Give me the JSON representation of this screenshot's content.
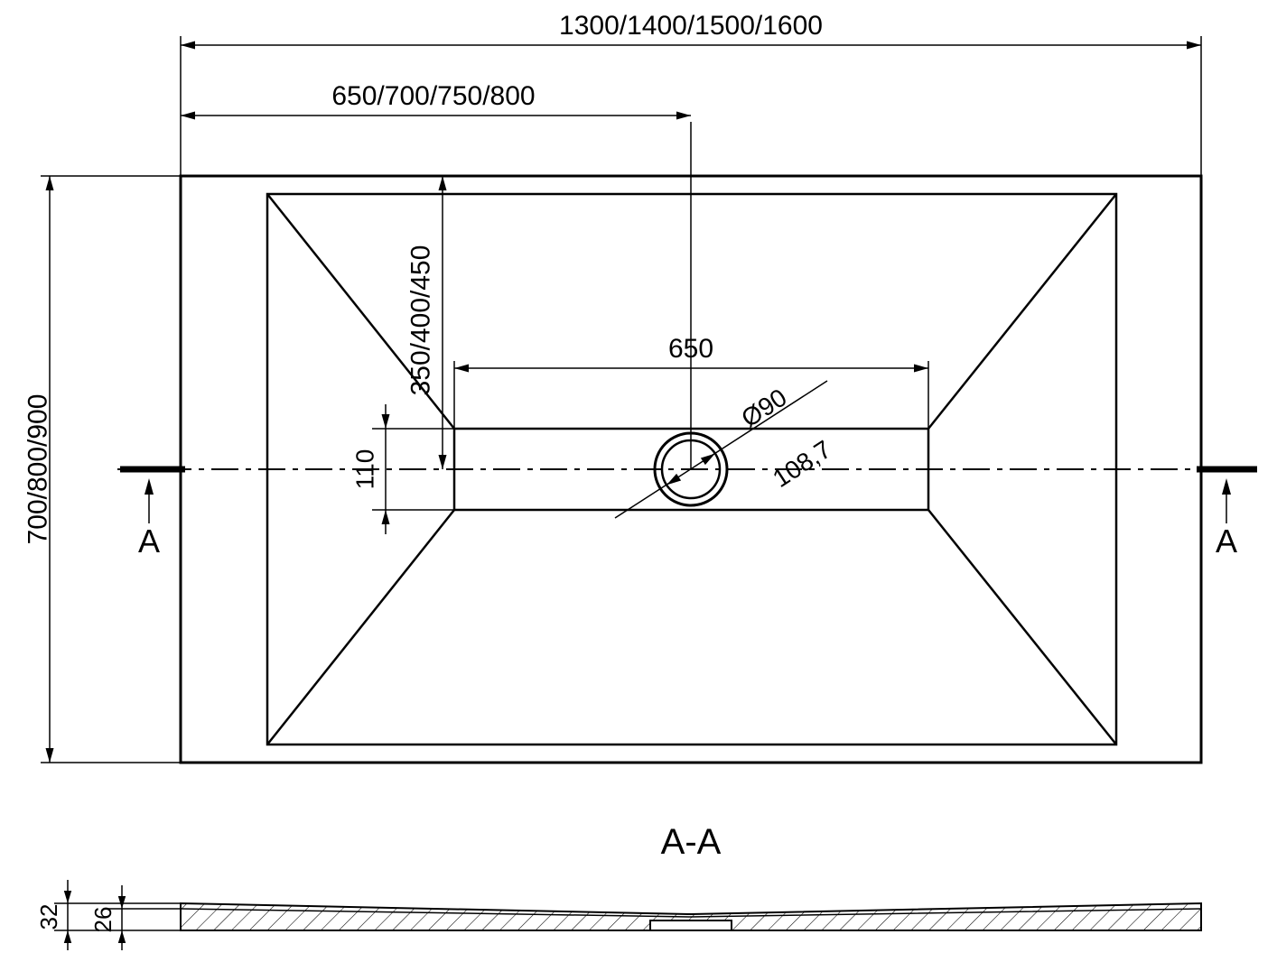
{
  "drawing": {
    "kind": "shower-tray-technical-drawing",
    "colors": {
      "line": "#000000",
      "background": "#ffffff"
    },
    "top_view": {
      "dim_overall_width": "1300/1400/1500/1600",
      "dim_width_to_drain": "650/700/750/800",
      "dim_overall_depth": "700/800/900",
      "dim_depth_to_drain": "350/400/450",
      "dim_channel_length": "650",
      "dim_channel_width": "110",
      "dim_drain_diameter": "Ø90",
      "dim_drain_outer": "108,7",
      "section_label_left": "A",
      "section_label_right": "A"
    },
    "section_view": {
      "title": "A-A",
      "dim_total_thickness": "32",
      "dim_base_thickness": "26"
    }
  }
}
